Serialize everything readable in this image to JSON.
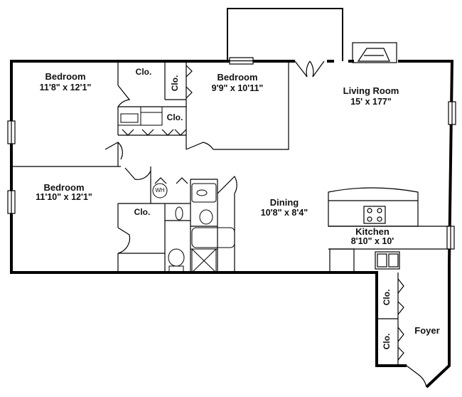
{
  "rooms": {
    "bedroom_1": {
      "name": "Bedroom",
      "dims": "11'8\" x 12'1\""
    },
    "bedroom_2": {
      "name": "Bedroom",
      "dims": "9'9\" x 10'11\""
    },
    "bedroom_3": {
      "name": "Bedroom",
      "dims": "11'10\" x 12'1\""
    },
    "living_room": {
      "name": "Living Room",
      "dims": "15' x 177\""
    },
    "dining": {
      "name": "Dining",
      "dims": "10'8\" x 8'4\""
    },
    "kitchen": {
      "name": "Kitchen",
      "dims": "8'10\" x 10'"
    },
    "foyer": {
      "name": "Foyer"
    }
  },
  "closets": {
    "clo_1": "Clo.",
    "clo_2": "Clo.",
    "clo_3": "Clo.",
    "clo_4": "Clo.",
    "clo_5": "Clo.",
    "clo_6": "Clo."
  },
  "fixtures": {
    "water_heater": "WH"
  }
}
